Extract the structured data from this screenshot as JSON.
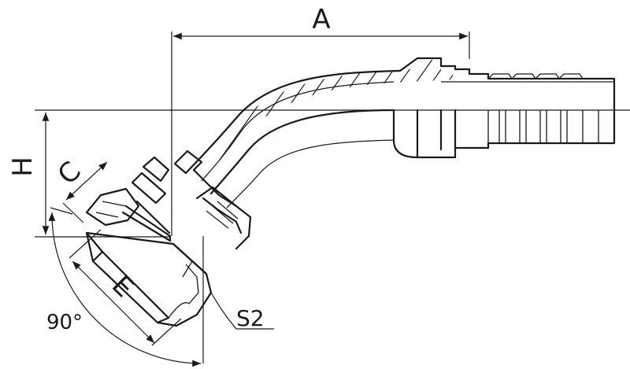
{
  "labels": {
    "a": "A",
    "h": "H",
    "c": "C",
    "e": "E",
    "s2": "S2",
    "angle": "90°"
  }
}
